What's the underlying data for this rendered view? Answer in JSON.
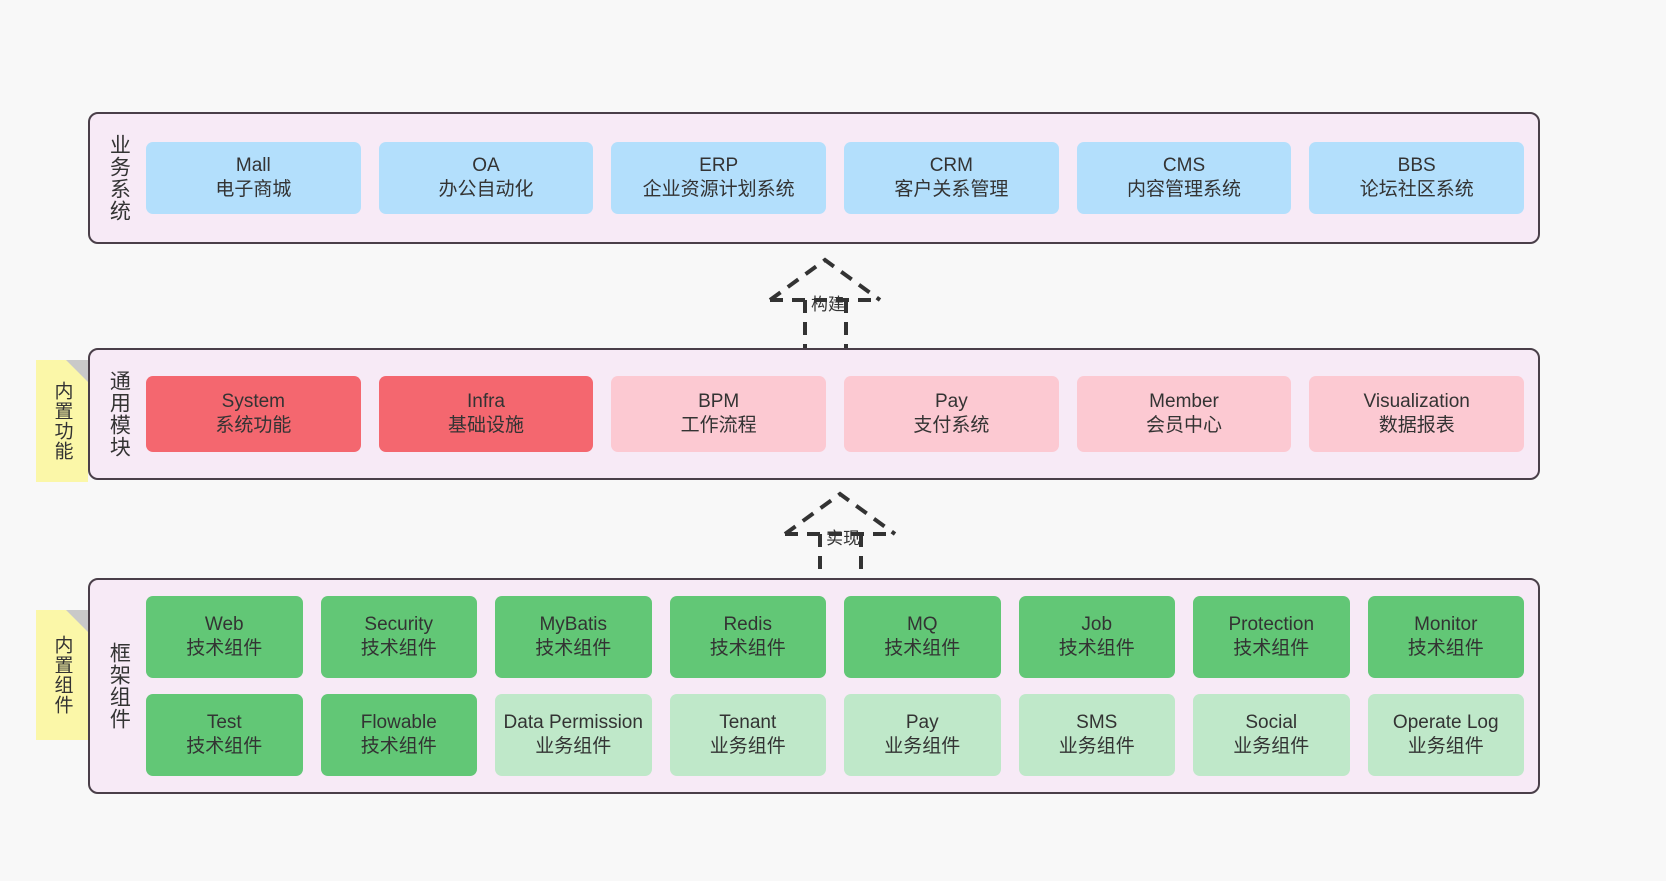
{
  "diagram": {
    "title": "",
    "background_color": "#f8f8f8",
    "layer_background": "#f7eaf6",
    "layer_border": "#4a3f49",
    "colors": {
      "business": "#b3dffc",
      "module_primary": "#f4676f",
      "module_secondary": "#fcc9d2",
      "tech_component": "#62c776",
      "business_component": "#bfe8c9",
      "sticky": "#fbf7a8"
    }
  },
  "layers": [
    {
      "key": "business",
      "title": "业务系统",
      "rows": [
        {
          "items": [
            {
              "en": "Mall",
              "cn": "电子商城"
            },
            {
              "en": "OA",
              "cn": "办公自动化"
            },
            {
              "en": "ERP",
              "cn": "企业资源计划系统"
            },
            {
              "en": "CRM",
              "cn": "客户关系管理"
            },
            {
              "en": "CMS",
              "cn": "内容管理系统"
            },
            {
              "en": "BBS",
              "cn": "论坛社区系统"
            }
          ]
        }
      ]
    },
    {
      "key": "common",
      "title": "通用模块",
      "sticky": "内置功能",
      "rows": [
        {
          "items": [
            {
              "en": "System",
              "cn": "系统功能",
              "tone": "red"
            },
            {
              "en": "Infra",
              "cn": "基础设施",
              "tone": "red"
            },
            {
              "en": "BPM",
              "cn": "工作流程",
              "tone": "pink"
            },
            {
              "en": "Pay",
              "cn": "支付系统",
              "tone": "pink"
            },
            {
              "en": "Member",
              "cn": "会员中心",
              "tone": "pink"
            },
            {
              "en": "Visualization",
              "cn": "数据报表",
              "tone": "pink"
            }
          ]
        }
      ]
    },
    {
      "key": "framework",
      "title": "框架组件",
      "sticky": "内置组件",
      "rows": [
        {
          "items": [
            {
              "en": "Web",
              "cn": "技术组件",
              "tone": "green"
            },
            {
              "en": "Security",
              "cn": "技术组件",
              "tone": "green"
            },
            {
              "en": "MyBatis",
              "cn": "技术组件",
              "tone": "green"
            },
            {
              "en": "Redis",
              "cn": "技术组件",
              "tone": "green"
            },
            {
              "en": "MQ",
              "cn": "技术组件",
              "tone": "green"
            },
            {
              "en": "Job",
              "cn": "技术组件",
              "tone": "green"
            },
            {
              "en": "Protection",
              "cn": "技术组件",
              "tone": "green"
            },
            {
              "en": "Monitor",
              "cn": "技术组件",
              "tone": "green"
            }
          ]
        },
        {
          "items": [
            {
              "en": "Test",
              "cn": "技术组件",
              "tone": "green"
            },
            {
              "en": "Flowable",
              "cn": "技术组件",
              "tone": "green"
            },
            {
              "en": "Data Permission",
              "cn": "业务组件",
              "tone": "mint"
            },
            {
              "en": "Tenant",
              "cn": "业务组件",
              "tone": "mint"
            },
            {
              "en": "Pay",
              "cn": "业务组件",
              "tone": "mint"
            },
            {
              "en": "SMS",
              "cn": "业务组件",
              "tone": "mint"
            },
            {
              "en": "Social",
              "cn": "业务组件",
              "tone": "mint"
            },
            {
              "en": "Operate Log",
              "cn": "业务组件",
              "tone": "mint"
            }
          ]
        }
      ]
    }
  ],
  "arrows": [
    {
      "key": "build",
      "label": "构建",
      "from": "通用模块",
      "to": "业务系统",
      "style": "dashed-hollow-triangle"
    },
    {
      "key": "impl",
      "label": "实现",
      "from": "框架组件",
      "to": "通用模块",
      "style": "dashed-hollow-triangle"
    }
  ]
}
